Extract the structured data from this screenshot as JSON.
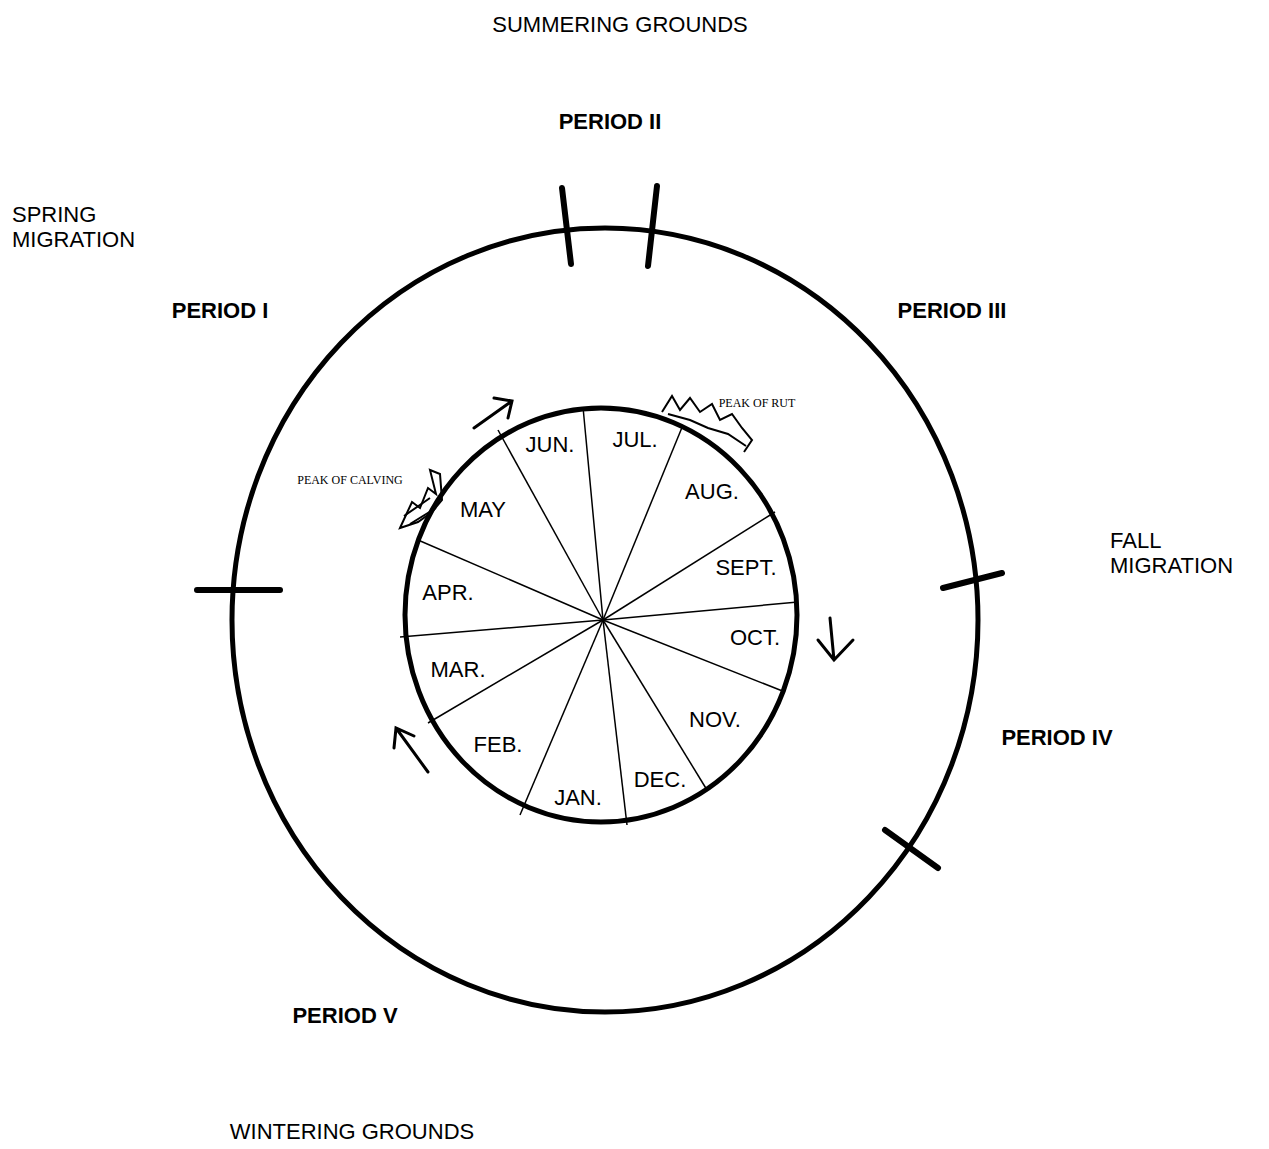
{
  "diagram": {
    "nodes": [
      {
        "text": [
          "JUN.",
          "JUL.",
          "AUG.",
          "SEPT.",
          "OCT.",
          "NOV.",
          "DEC.",
          "JAN.",
          "FEB.",
          "MAR.",
          "APR.",
          "MAY"
        ]
      }
    ],
    "labels": [
      "SUMMERING GROUNDS",
      "SPRING MIGRATION",
      "PERIOD II",
      "PERIOD I",
      "PERIOD III",
      "FALL MIGRATION",
      "PERIOD IV",
      "PERIOD V",
      "WINTERING GROUNDS",
      "PEAK OF CALVING",
      "PEAK OF RUT"
    ]
  }
}
